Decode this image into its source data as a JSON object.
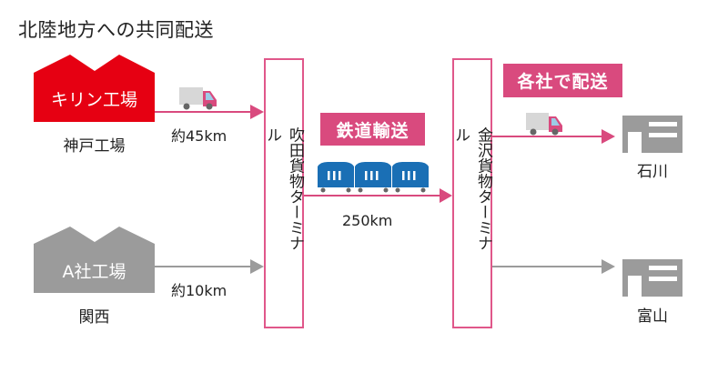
{
  "title": "北陸地方への共同配送",
  "colors": {
    "kirin_red": "#e60012",
    "accent_pink": "#d94a7e",
    "terminal_border": "#e0578a",
    "gray": "#9b9b9b",
    "train_blue": "#1a6fb5",
    "truck_body": "#d7d7d7",
    "truck_window": "#9dcbe6"
  },
  "sources": [
    {
      "factory": "キリン工場",
      "place": "神戸工場",
      "distance": "約45km",
      "color": "red"
    },
    {
      "factory": "A社工場",
      "place": "関西",
      "distance": "約10km",
      "color": "gray"
    }
  ],
  "terminals": {
    "origin": "吹田貨物ターミナル",
    "destination": "金沢貨物ターミナル"
  },
  "rail": {
    "label": "鉄道輸送",
    "distance": "250km",
    "train_cars": 3
  },
  "delivery": {
    "label": "各社で配送"
  },
  "destinations": [
    {
      "name": "石川",
      "icon": "building-icon"
    },
    {
      "name": "富山",
      "icon": "building-icon"
    }
  ]
}
